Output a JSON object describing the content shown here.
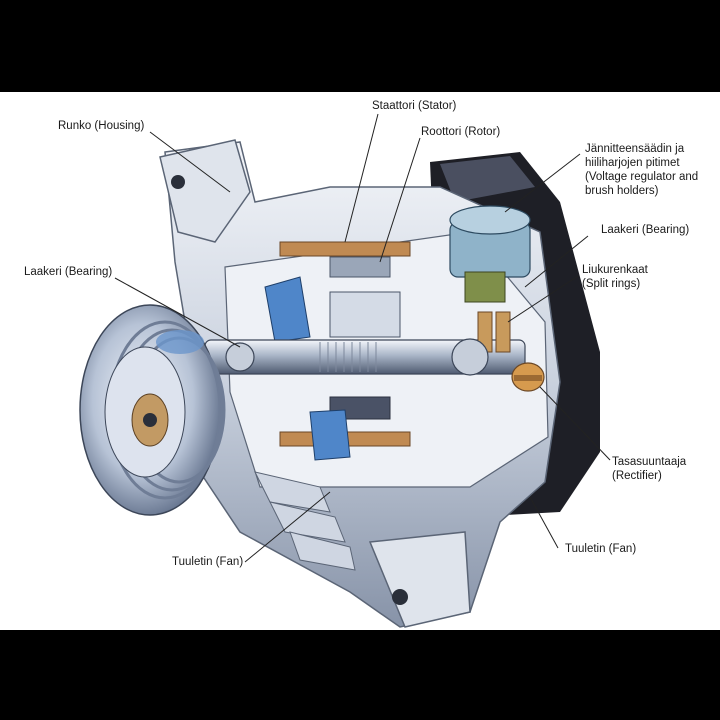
{
  "labels": {
    "housing": "Runko (Housing)",
    "stator": "Staattori (Stator)",
    "rotor": "Roottori (Rotor)",
    "regulator": [
      "Jännitteensäädin ja",
      "hiiliharjojen pitimet",
      "(Voltage regulator and",
      "brush holders)"
    ],
    "bearing_right": "Laakeri (Bearing)",
    "bearing_left": "Laakeri (Bearing)",
    "split_rings": [
      "Liukurenkaat",
      "(Split rings)"
    ],
    "rectifier": [
      "Tasasuuntaaja",
      "(Rectifier)"
    ],
    "fan_left": "Tuuletin (Fan)",
    "fan_right": "Tuuletin (Fan)"
  },
  "colors": {
    "background": "#000000",
    "panel": "#ffffff",
    "metal_light": "#e4e8f0",
    "metal_mid": "#b9c3d3",
    "metal_dark": "#6e7b92",
    "accent_blue": "#5f8fc9",
    "copper": "#b8844c",
    "dark": "#1c1c22"
  }
}
